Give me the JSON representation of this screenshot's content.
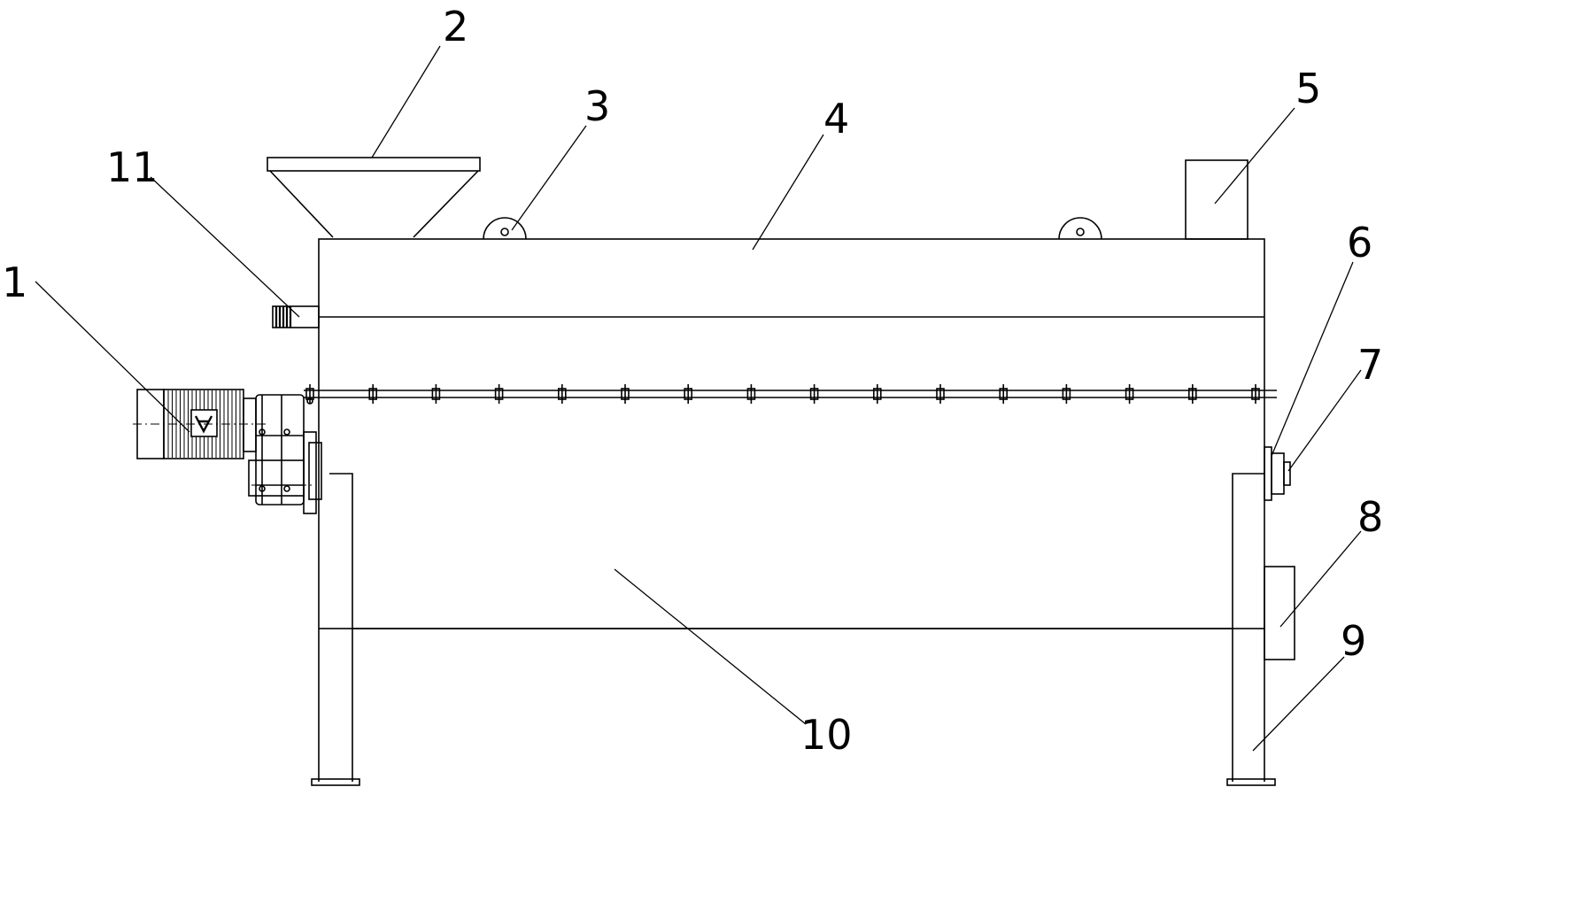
{
  "diagram": {
    "callouts": [
      {
        "id": "motor",
        "label": "1"
      },
      {
        "id": "hopper",
        "label": "2"
      },
      {
        "id": "lifting-lug",
        "label": "3"
      },
      {
        "id": "upper-housing",
        "label": "4"
      },
      {
        "id": "outlet-chimney",
        "label": "5"
      },
      {
        "id": "bearing-seat",
        "label": "6"
      },
      {
        "id": "shaft-end",
        "label": "7"
      },
      {
        "id": "side-box",
        "label": "8"
      },
      {
        "id": "right-leg",
        "label": "9"
      },
      {
        "id": "lower-housing",
        "label": "10"
      },
      {
        "id": "inlet-pipe",
        "label": "11"
      }
    ]
  }
}
